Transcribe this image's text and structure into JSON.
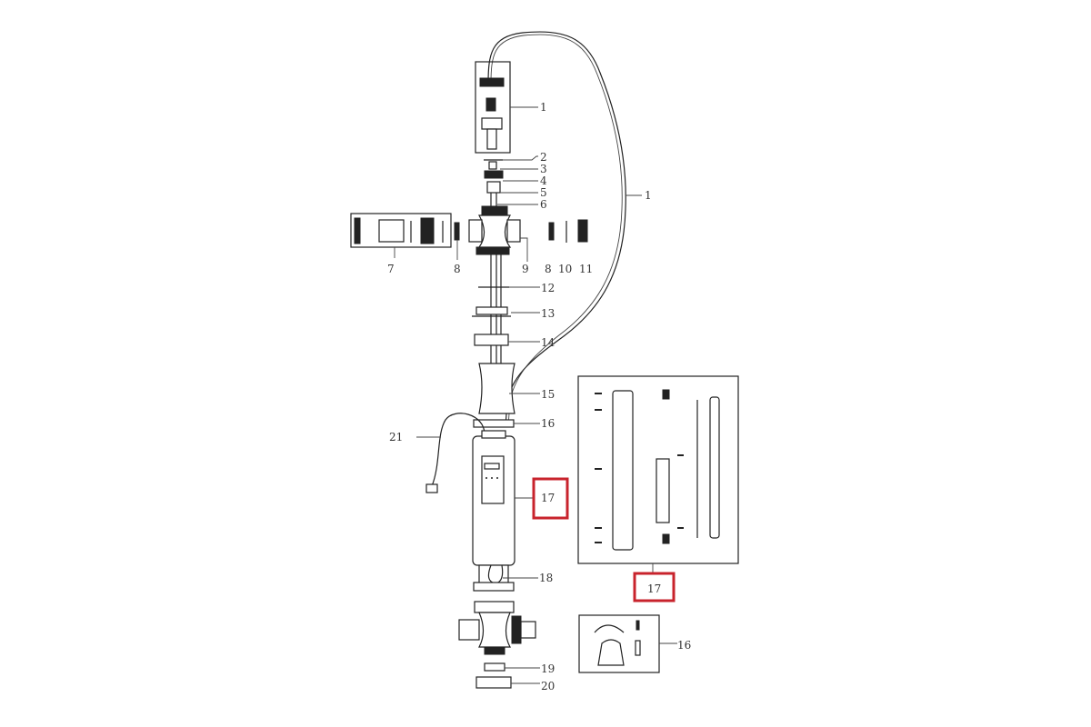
{
  "diagram": {
    "type": "exploded-parts-diagram",
    "highlight_color": "#c8232c",
    "labels": {
      "p1_top": "1",
      "p2": "2",
      "p3": "3",
      "p4": "4",
      "p5": "5",
      "p6": "6",
      "p1_cable": "1",
      "p7": "7",
      "p8_left": "8",
      "p9": "9",
      "p8_right": "8",
      "p10": "10",
      "p11": "11",
      "p12": "12",
      "p13": "13",
      "p14": "14",
      "p15": "15",
      "p16": "16",
      "p21": "21",
      "p17_main": "17",
      "p17_detail": "17",
      "p18": "18",
      "p16_detail": "16",
      "p19": "19",
      "p20": "20"
    }
  }
}
